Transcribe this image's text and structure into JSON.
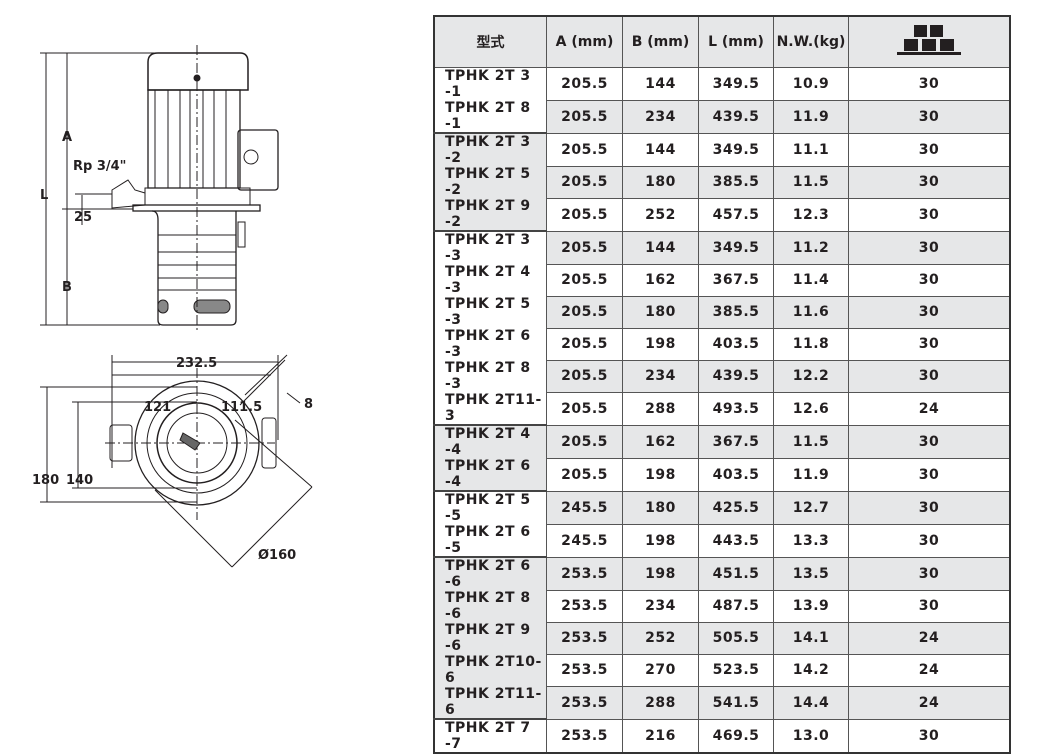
{
  "drawing": {
    "labels": {
      "A": "A",
      "L": "L",
      "B": "B",
      "port": "Rp 3/4\"",
      "flange": "25",
      "width_total": "232.5",
      "width_left": "121",
      "width_right": "111.5",
      "thickness": "8",
      "h_outer": "180",
      "h_inner": "140",
      "diameter": "Ø160"
    }
  },
  "table": {
    "headers": [
      "型式",
      "A (mm)",
      "B (mm)",
      "L (mm)",
      "N.W.(kg)"
    ],
    "pallet_icon": "pallet-boxes-icon",
    "rows": [
      {
        "model": "TPHK 2T 3 -1",
        "A": "205.5",
        "B": "144",
        "L": "349.5",
        "NW": "10.9",
        "qty": "30",
        "group": 1
      },
      {
        "model": "TPHK 2T 8 -1",
        "A": "205.5",
        "B": "234",
        "L": "439.5",
        "NW": "11.9",
        "qty": "30",
        "group": 1
      },
      {
        "model": "TPHK 2T 3 -2",
        "A": "205.5",
        "B": "144",
        "L": "349.5",
        "NW": "11.1",
        "qty": "30",
        "group": 2
      },
      {
        "model": "TPHK 2T 5 -2",
        "A": "205.5",
        "B": "180",
        "L": "385.5",
        "NW": "11.5",
        "qty": "30",
        "group": 2
      },
      {
        "model": "TPHK 2T 9 -2",
        "A": "205.5",
        "B": "252",
        "L": "457.5",
        "NW": "12.3",
        "qty": "30",
        "group": 2
      },
      {
        "model": "TPHK 2T 3 -3",
        "A": "205.5",
        "B": "144",
        "L": "349.5",
        "NW": "11.2",
        "qty": "30",
        "group": 3
      },
      {
        "model": "TPHK 2T 4 -3",
        "A": "205.5",
        "B": "162",
        "L": "367.5",
        "NW": "11.4",
        "qty": "30",
        "group": 3
      },
      {
        "model": "TPHK 2T 5 -3",
        "A": "205.5",
        "B": "180",
        "L": "385.5",
        "NW": "11.6",
        "qty": "30",
        "group": 3
      },
      {
        "model": "TPHK 2T 6 -3",
        "A": "205.5",
        "B": "198",
        "L": "403.5",
        "NW": "11.8",
        "qty": "30",
        "group": 3
      },
      {
        "model": "TPHK 2T 8 -3",
        "A": "205.5",
        "B": "234",
        "L": "439.5",
        "NW": "12.2",
        "qty": "30",
        "group": 3
      },
      {
        "model": "TPHK 2T11-3",
        "A": "205.5",
        "B": "288",
        "L": "493.5",
        "NW": "12.6",
        "qty": "24",
        "group": 3
      },
      {
        "model": "TPHK 2T 4 -4",
        "A": "205.5",
        "B": "162",
        "L": "367.5",
        "NW": "11.5",
        "qty": "30",
        "group": 4
      },
      {
        "model": "TPHK 2T 6 -4",
        "A": "205.5",
        "B": "198",
        "L": "403.5",
        "NW": "11.9",
        "qty": "30",
        "group": 4
      },
      {
        "model": "TPHK 2T 5 -5",
        "A": "245.5",
        "B": "180",
        "L": "425.5",
        "NW": "12.7",
        "qty": "30",
        "group": 5
      },
      {
        "model": "TPHK 2T 6 -5",
        "A": "245.5",
        "B": "198",
        "L": "443.5",
        "NW": "13.3",
        "qty": "30",
        "group": 5
      },
      {
        "model": "TPHK 2T 6 -6",
        "A": "253.5",
        "B": "198",
        "L": "451.5",
        "NW": "13.5",
        "qty": "30",
        "group": 6
      },
      {
        "model": "TPHK 2T 8 -6",
        "A": "253.5",
        "B": "234",
        "L": "487.5",
        "NW": "13.9",
        "qty": "30",
        "group": 6
      },
      {
        "model": "TPHK 2T 9 -6",
        "A": "253.5",
        "B": "252",
        "L": "505.5",
        "NW": "14.1",
        "qty": "24",
        "group": 6
      },
      {
        "model": "TPHK 2T10-6",
        "A": "253.5",
        "B": "270",
        "L": "523.5",
        "NW": "14.2",
        "qty": "24",
        "group": 6
      },
      {
        "model": "TPHK 2T11-6",
        "A": "253.5",
        "B": "288",
        "L": "541.5",
        "NW": "14.4",
        "qty": "24",
        "group": 6
      },
      {
        "model": "TPHK 2T 7 -7",
        "A": "253.5",
        "B": "216",
        "L": "469.5",
        "NW": "13.0",
        "qty": "30",
        "group": 7
      }
    ]
  }
}
